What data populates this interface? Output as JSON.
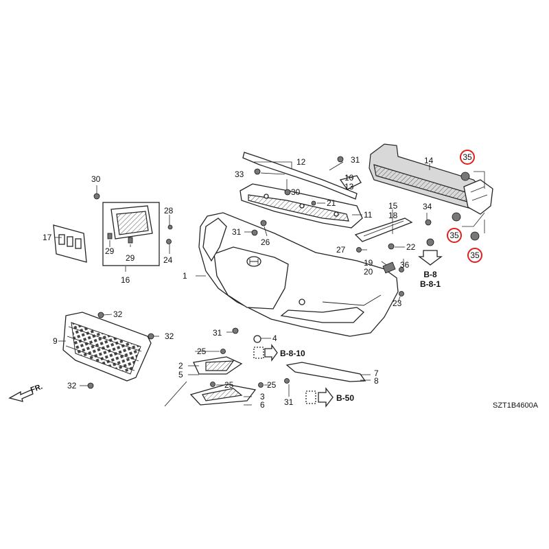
{
  "callouts": {
    "c1": "1",
    "c2": "2",
    "c3": "3",
    "c4": "4",
    "c5": "5",
    "c6": "6",
    "c7": "7",
    "c8": "8",
    "c9": "9",
    "c10": "10",
    "c11": "11",
    "c12": "12",
    "c13": "13",
    "c14": "14",
    "c15": "15",
    "c16": "16",
    "c17": "17",
    "c18": "18",
    "c19": "19",
    "c20": "20",
    "c21": "21",
    "c22": "22",
    "c23": "23",
    "c24": "24",
    "c25": "25",
    "c26": "26",
    "c27": "27",
    "c28": "28",
    "c29": "29",
    "c30": "30",
    "c31": "31",
    "c32": "32",
    "c33": "33",
    "c34": "34",
    "c35": "35",
    "c36": "36"
  },
  "refs": {
    "b8": "B-8",
    "b81": "B-8-1",
    "b810": "B-8-10",
    "b50": "B-50"
  },
  "direction": "FR.",
  "diagram_code": "SZT1B4600A",
  "highlight_color": "#e0201b"
}
